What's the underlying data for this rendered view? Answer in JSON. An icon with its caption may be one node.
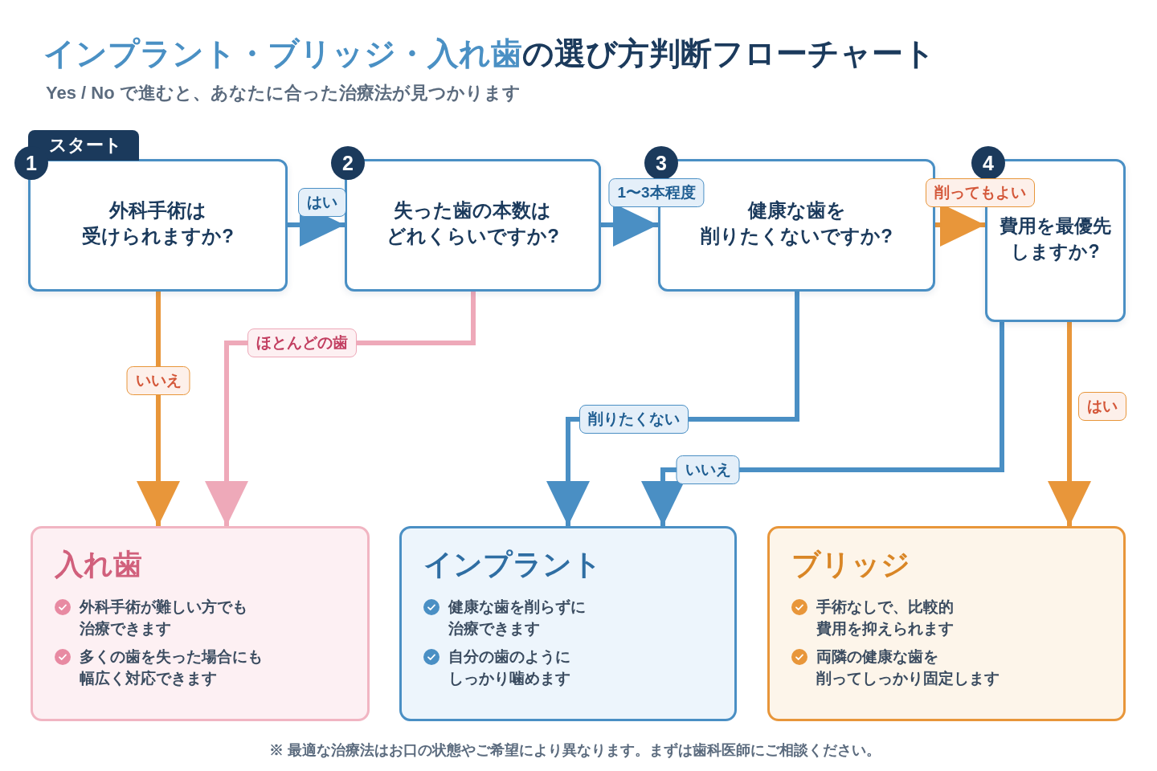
{
  "diagram": {
    "title": "**インプラント・ブリッジ・入れ歯**の選び方判断フローチャート",
    "caption": "※ 最適な治療法はお口の状態やご希望により異なります。まずは歯科医師にご相談ください。",
    "nodes": [
      {
        "text": [
          "1",
          "スタート",
          "外科手術は受けられますか?"
        ]
      },
      {
        "text": [
          "2",
          "失った歯の本数はどれくらいですか?"
        ]
      },
      {
        "text": [
          "3",
          "健康な歯を削りたくないですか?"
        ]
      },
      {
        "text": [
          "4",
          "費用を最優先しますか?"
        ]
      },
      {
        "text": [
          "入れ歯",
          "外科手術が難しい方でも治療できます",
          "多くの歯を失った場合にも幅広く対応できます"
        ]
      },
      {
        "text": [
          "インプラント",
          "健康な歯を削らずに治療できます",
          "自分の歯のようにしっかり噛めます"
        ]
      },
      {
        "text": [
          "ブリッジ",
          "手術なしで、比較的費用を抑えられます",
          "両隣の健康な歯を削ってしっかり固定します"
        ]
      }
    ],
    "edges": [
      {
        "from": 0,
        "to": 1,
        "arrow": "to",
        "label": "はい"
      },
      {
        "from": 1,
        "to": 2,
        "arrow": "to",
        "label": "1〜3本程度"
      },
      {
        "from": 2,
        "to": 3,
        "arrow": "to",
        "label": "削ってもよい",
        "color": "#e8963a"
      },
      {
        "from": 0,
        "to": 4,
        "arrow": "to",
        "label": "いいえ",
        "color": "#e8963a"
      },
      {
        "from": 1,
        "to": 4,
        "arrow": "to",
        "label": "ほとんどの歯",
        "color": "#eea9b9"
      },
      {
        "from": 2,
        "to": 5,
        "arrow": "to",
        "label": "削りたくない"
      },
      {
        "from": 3,
        "to": 5,
        "arrow": "to",
        "label": "いいえ"
      },
      {
        "from": 3,
        "to": 6,
        "arrow": "to",
        "label": "はい",
        "color": "#e8963a"
      }
    ],
    "labels": [
      "Yes / No で進むと、あなたに合った治療法が見つかります"
    ]
  }
}
